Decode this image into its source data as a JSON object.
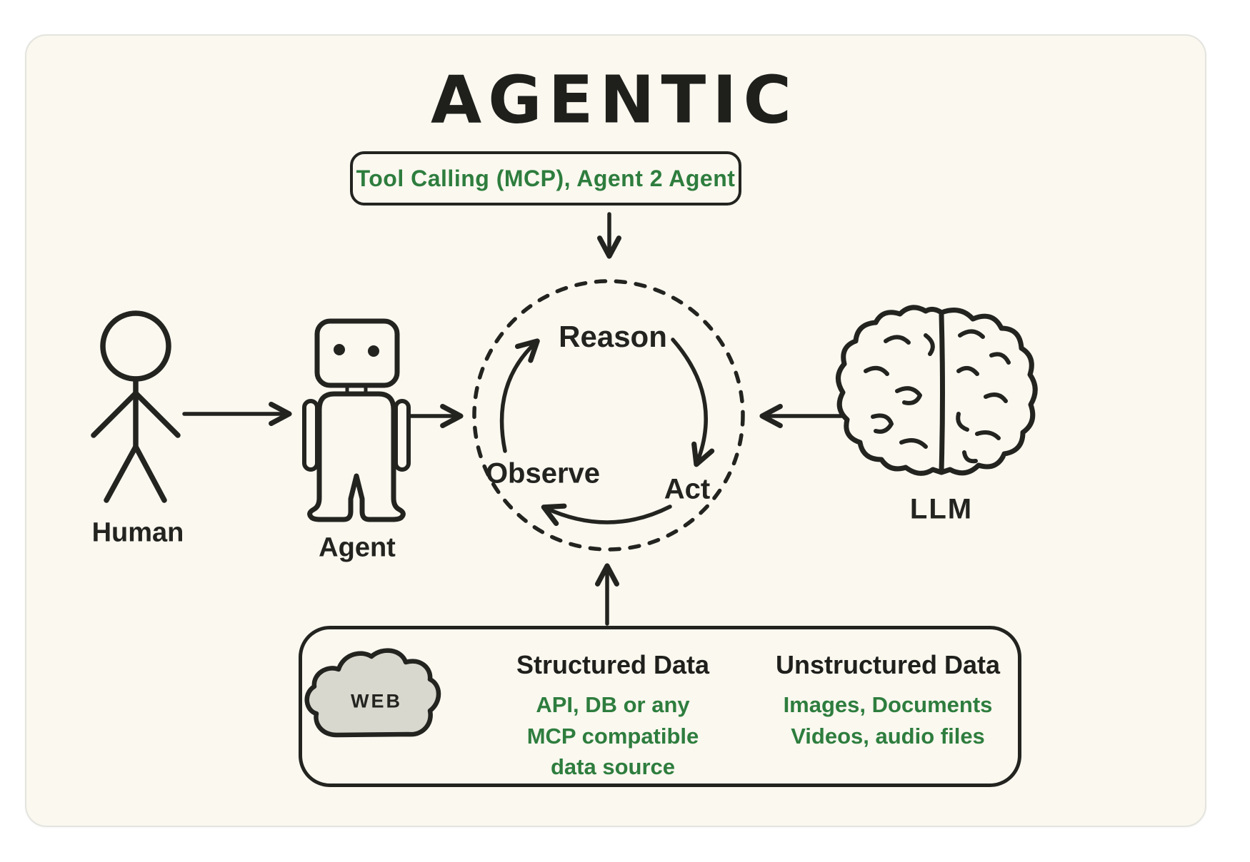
{
  "title": "AGENTIC",
  "tool_box": {
    "label": "Tool Calling (MCP), Agent 2 Agent"
  },
  "cycle": {
    "reason": "Reason",
    "act": "Act",
    "observe": "Observe"
  },
  "labels": {
    "human": "Human",
    "agent": "Agent",
    "llm": "LLM"
  },
  "web_cloud": {
    "label": "WEB"
  },
  "data_box": {
    "structured": {
      "heading": "Structured Data",
      "lines": [
        "API, DB or any",
        "MCP compatible",
        "data source"
      ]
    },
    "unstructured": {
      "heading": "Unstructured Data",
      "lines": [
        "Images, Documents",
        "Videos, audio files"
      ]
    }
  },
  "colors": {
    "ink": "#232320",
    "green": "#2e7d3e",
    "card_bg": "#faf8ef",
    "cloud_fill": "#d9d8cf"
  }
}
